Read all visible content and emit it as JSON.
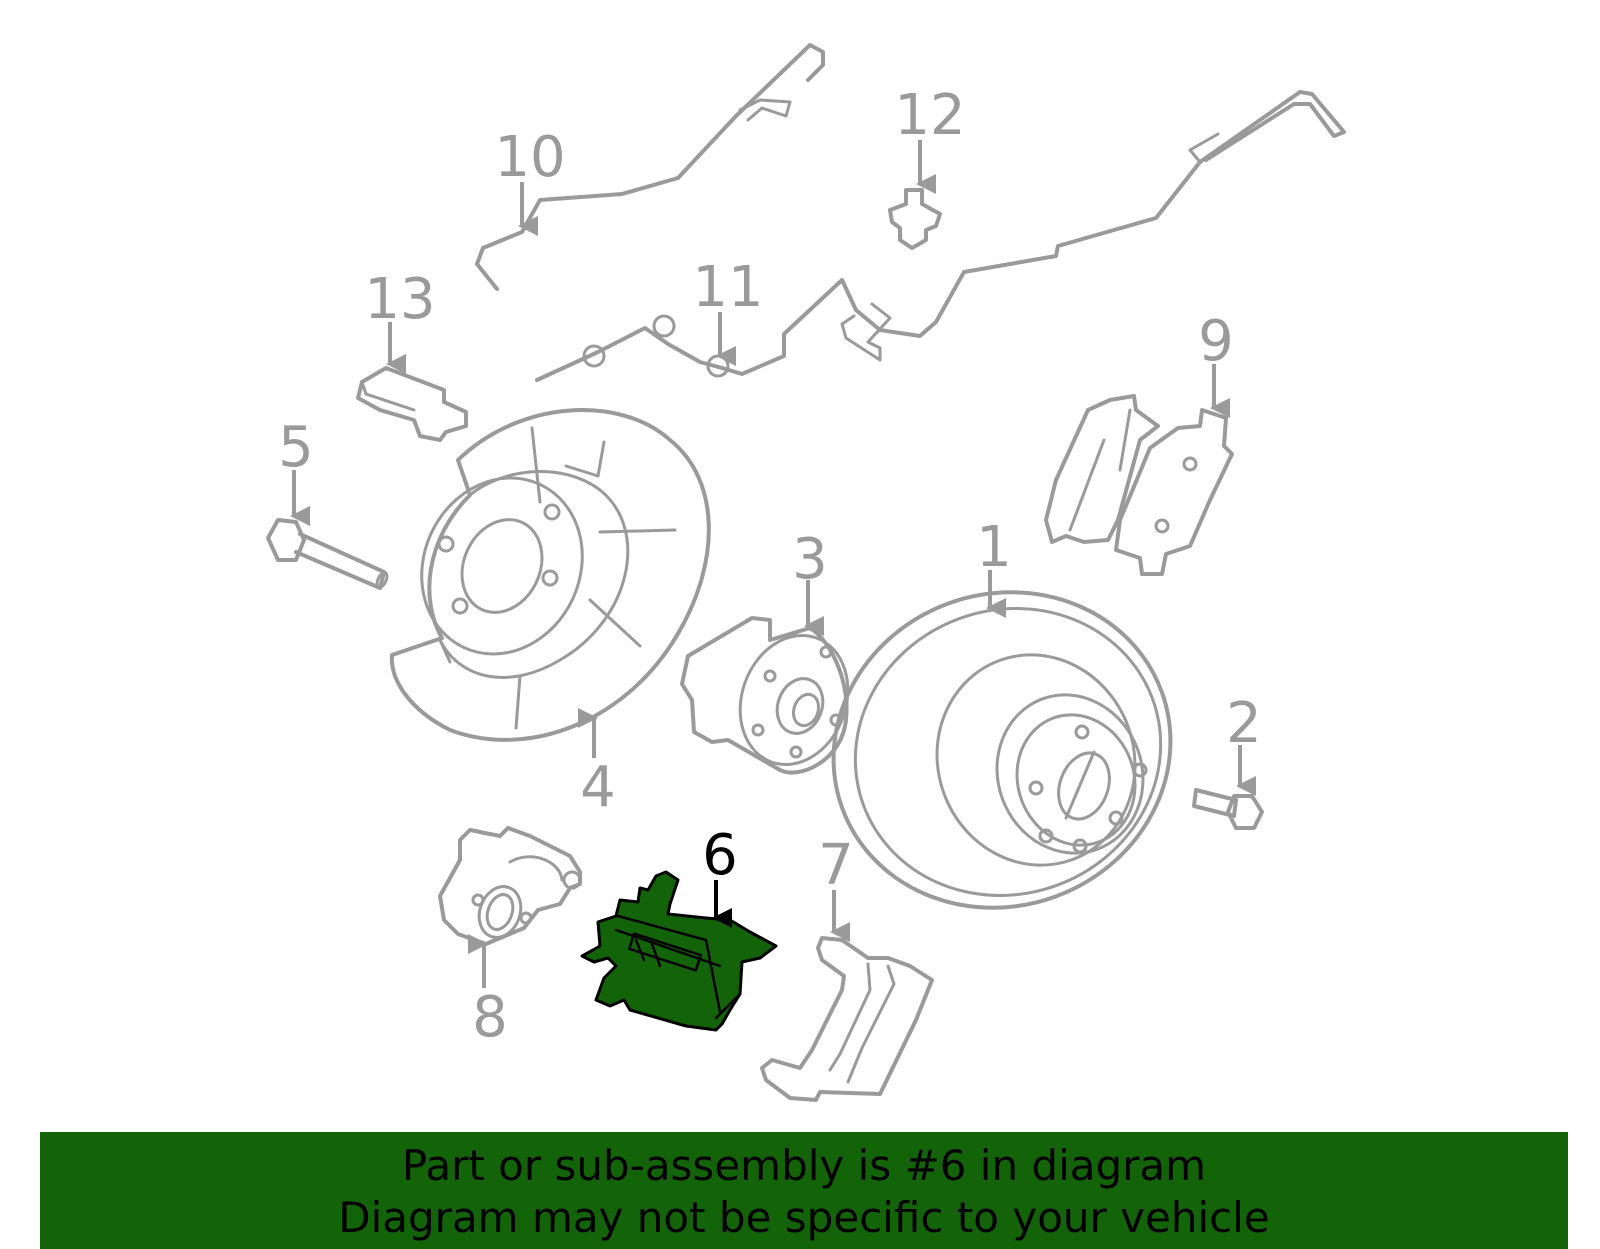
{
  "diagram": {
    "highlight_color": "#136308",
    "highlighted_part": "6",
    "callouts": [
      {
        "id": "1",
        "label": "1"
      },
      {
        "id": "2",
        "label": "2"
      },
      {
        "id": "3",
        "label": "3"
      },
      {
        "id": "4",
        "label": "4"
      },
      {
        "id": "5",
        "label": "5"
      },
      {
        "id": "6",
        "label": "6"
      },
      {
        "id": "7",
        "label": "7"
      },
      {
        "id": "8",
        "label": "8"
      },
      {
        "id": "9",
        "label": "9"
      },
      {
        "id": "10",
        "label": "10"
      },
      {
        "id": "11",
        "label": "11"
      },
      {
        "id": "12",
        "label": "12"
      },
      {
        "id": "13",
        "label": "13"
      }
    ]
  },
  "banner": {
    "line1": "Part or sub-assembly is #6 in diagram",
    "line2": "Diagram may not be specific to your vehicle"
  }
}
